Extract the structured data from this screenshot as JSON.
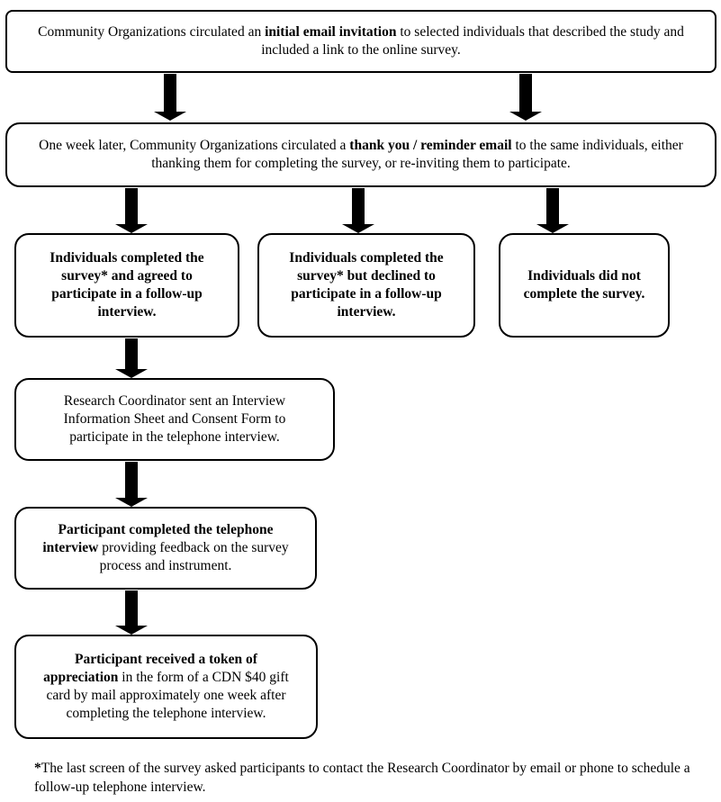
{
  "boxes": {
    "initial_email": {
      "t1": "Community Organizations circulated an ",
      "t2": "initial email invitation",
      "t3": " to selected individuals that described the study and included a link to the online survey."
    },
    "reminder_email": {
      "t1": "One week later, Community Organizations circulated a ",
      "t2": "thank you / reminder email",
      "t3": " to the same individuals, either thanking them for completing the survey, or re-inviting them to participate."
    },
    "completed_agreed": {
      "t1": "Individuals completed the survey* and agreed to participate in a follow-up interview."
    },
    "completed_declined": {
      "t1": "Individuals completed the survey* but declined to participate in a follow-up interview."
    },
    "did_not_complete": {
      "t1": "Individuals did not complete the survey."
    },
    "info_sheet": {
      "t1": "Research Coordinator sent an Interview Information Sheet and Consent Form to participate in the telephone interview."
    },
    "telephone_interview": {
      "t1": "Participant completed the telephone interview",
      "t2": " providing feedback on the survey process and instrument."
    },
    "token": {
      "t1": "Participant received a token of appreciation",
      "t2": " in the form of a CDN $40 gift card by mail approximately one week after completing the telephone interview."
    }
  },
  "footnote": {
    "star": "*",
    "text": "The last screen of the survey asked participants to contact the Research Coordinator by email or phone to schedule a follow-up telephone interview."
  }
}
